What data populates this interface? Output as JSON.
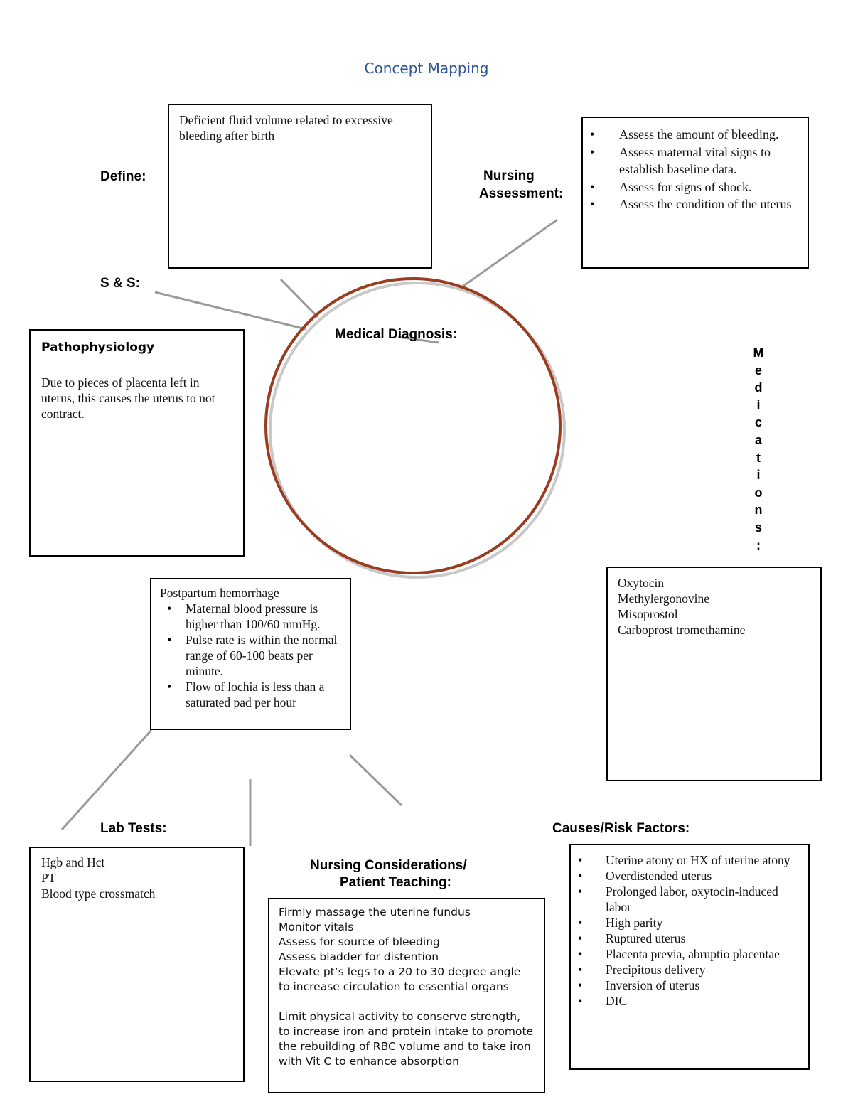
{
  "title": "Concept Mapping",
  "labels": {
    "define": "Define:",
    "nursing_assessment_1": "Nursing",
    "nursing_assessment_2": "Assessment:",
    "s_and_s": "S & S:",
    "medical_diagnosis": "Medical Diagnosis:",
    "medications": [
      "M",
      "e",
      "d",
      "i",
      "c",
      "a",
      "t",
      "i",
      "o",
      "n",
      "s",
      ":"
    ],
    "lab_tests": "Lab Tests:",
    "causes": "Causes/Risk Factors:",
    "nursing_considerations_1": "Nursing Considerations/",
    "nursing_considerations_2": "Patient Teaching:"
  },
  "define_box": {
    "text": "Deficient fluid volume related to excessive bleeding after birth"
  },
  "assessment_box": {
    "items": [
      "Assess the amount of bleeding.",
      "Assess maternal vital signs to establish baseline data.",
      "Assess for signs of shock.",
      "Assess the condition of the uterus"
    ]
  },
  "patho_box": {
    "heading": "Pathophysiology",
    "text": "Due to pieces of placenta left in uterus, this causes the uterus to not contract."
  },
  "outcome_box": {
    "heading": "Postpartum hemorrhage",
    "items": [
      "Maternal blood pressure is higher than 100/60 mmHg.",
      "Pulse rate is within the normal range of 60-100 beats per minute.",
      "Flow of lochia is less than a saturated pad per hour"
    ]
  },
  "medications_box": {
    "items": [
      "Oxytocin",
      "Methylergonovine",
      "Misoprostol",
      "Carboprost tromethamine"
    ]
  },
  "lab_box": {
    "items": [
      "Hgb and Hct",
      "PT",
      "Blood type crossmatch"
    ]
  },
  "considerations_box": {
    "lines": [
      "Firmly massage the uterine fundus",
      "Monitor vitals",
      "Assess for source of bleeding",
      "Assess bladder for distention",
      "Elevate pt’s legs to a 20 to 30 degree angle to increase circulation to essential organs"
    ],
    "paragraph": "Limit physical activity to conserve strength, to increase iron and protein intake to promote the rebuilding of RBC volume and to take iron with Vit C to enhance absorption"
  },
  "causes_box": {
    "items": [
      "Uterine atony or HX of uterine atony",
      "Overdistended uterus",
      "Prolonged labor, oxytocin-induced labor",
      "High parity",
      "Ruptured uterus",
      "Placenta previa, abruptio placentae",
      "Precipitous delivery",
      "Inversion of uterus",
      "DIC"
    ]
  },
  "colors": {
    "title": "#2f5597",
    "circle": "#9b3b1f",
    "connector": "#999999"
  }
}
